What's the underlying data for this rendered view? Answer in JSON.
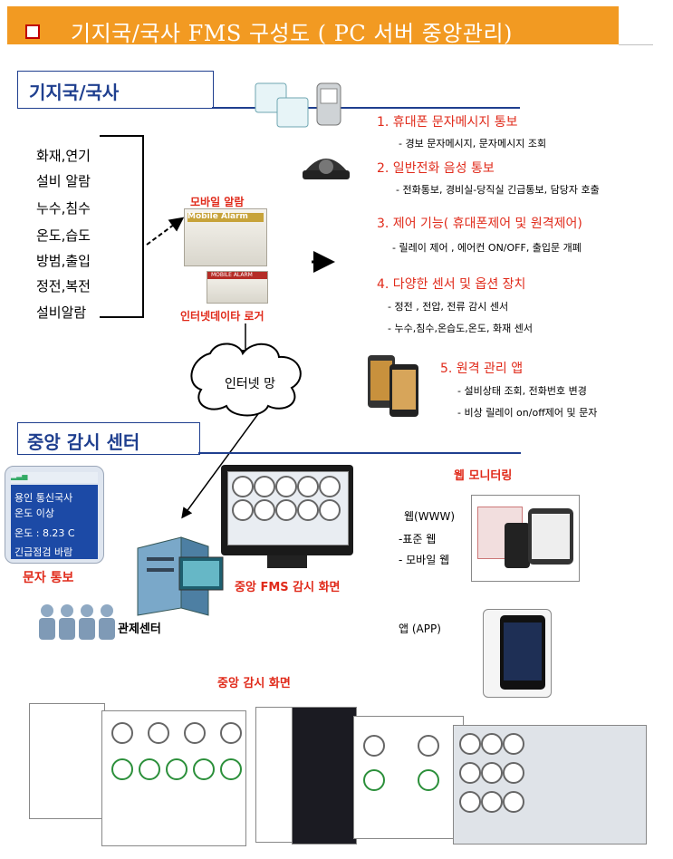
{
  "header": {
    "title": "기지국/국사 FMS 구성도 ( PC 서버 중앙관리)"
  },
  "sections": {
    "site": "기지국/국사",
    "center": "중앙 감시 센터"
  },
  "sensors": [
    "화재,연기",
    "설비 알람",
    "누수,침수",
    "온도,습도",
    "방범,출입",
    "정전,복전",
    "설비알람"
  ],
  "devices": {
    "mobile_alarm_label": "모바일 알람",
    "mobile_alarm_device": "Mobile Alarm",
    "logger_label": "인터넷데이타 로거",
    "logger_device": "MOBILE ALARM"
  },
  "network": {
    "cloud": "인터넷 망"
  },
  "features": [
    {
      "title": "1. 휴대폰 문자메시지  통보",
      "subs": [
        "- 경보 문자메시지, 문자메시지 조회"
      ]
    },
    {
      "title": "2. 일반전화 음성 통보",
      "subs": [
        "- 전화통보, 경비실-당직실 긴급통보, 담당자 호출"
      ]
    },
    {
      "title": "3. 제어 기능( 휴대폰제어 및 원격제어)",
      "subs": [
        "- 릴레이 제어 , 에어컨 ON/OFF, 출입문 개폐"
      ]
    },
    {
      "title": "4. 다양한 센서 및 옵션 장치",
      "subs": [
        "- 정전 , 전압, 전류 감시 센서",
        "- 누수,침수,온습도,온도, 화재 센서"
      ]
    },
    {
      "title": "5. 원격 관리 앱",
      "subs": [
        "- 설비상태 조회, 전화번호 변경",
        "- 비상 릴레이 on/off제어 및 문자"
      ]
    }
  ],
  "sms": {
    "lines": [
      "용인 통신국사",
      "온도 이상",
      "온도 : 8.23 C",
      "긴급점검 바람"
    ],
    "label": "문자 통보"
  },
  "center": {
    "fms_label": "중앙 FMS 감시 화면",
    "control_label": "관제센터",
    "monitor_label": "중앙 감시 화면"
  },
  "web": {
    "title": "웹 모니터링",
    "items": [
      "웹(WWW)",
      "-표준 웹",
      "- 모바일 웹"
    ],
    "app": "앱  (APP)"
  },
  "colors": {
    "banner": "#f29a22",
    "accent_red": "#e02a1a",
    "section_blue": "#1f3f8f"
  }
}
